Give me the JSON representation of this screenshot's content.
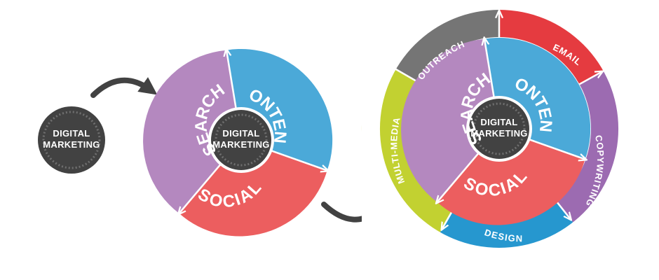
{
  "hub": {
    "line1": "DIGITAL",
    "line2": "MARKETING"
  },
  "inner_segments": {
    "content": "CONTENT",
    "search": "SEARCH",
    "social": "SOCIAL"
  },
  "outer_segments": {
    "outreach": "OUTREACH",
    "email": "EMAIL",
    "copywriting": "COPYWRITING",
    "design": "DESIGN",
    "multimedia": "MULTI-MEDIA"
  },
  "colors": {
    "hub": "#424242",
    "content": "#4ba9d8",
    "search": "#b488bf",
    "social": "#ec5e5f",
    "outreach": "#757575",
    "email": "#e53b40",
    "copywriting": "#9c6bb1",
    "design": "#2697cf",
    "multimedia": "#c2d131",
    "arrow": "#424242"
  }
}
